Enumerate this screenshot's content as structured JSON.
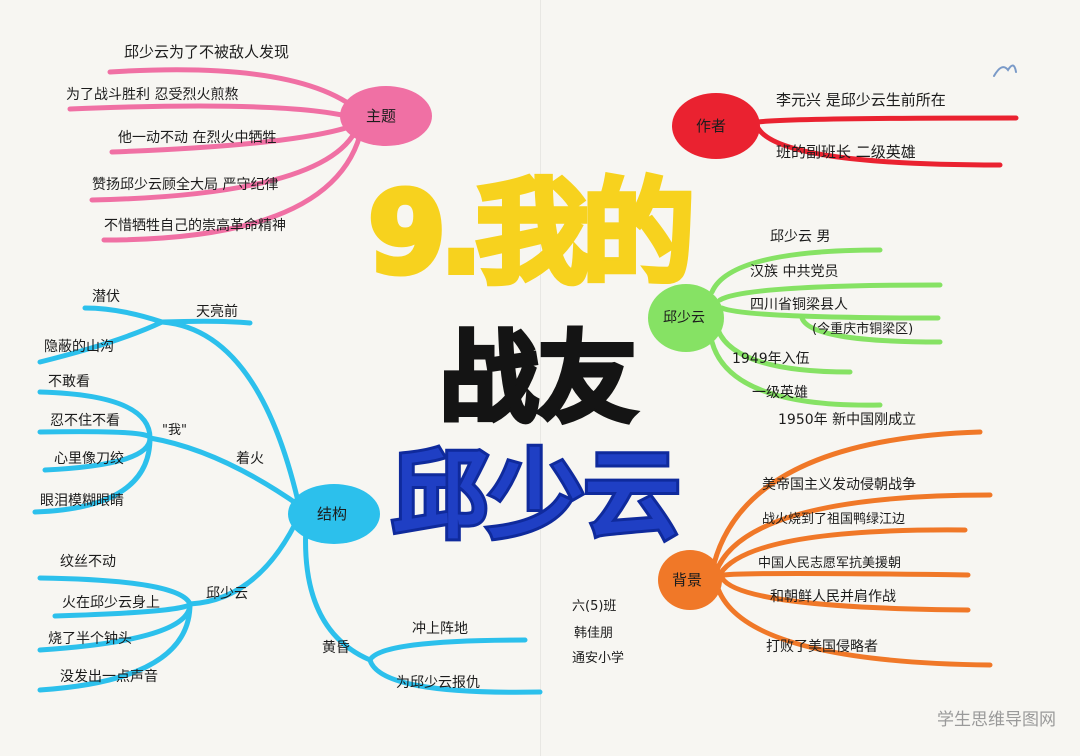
{
  "colors": {
    "theme": "#f070a4",
    "author": "#ea2230",
    "person": "#86e264",
    "background": "#f07828",
    "structure": "#2cc0ec",
    "title_yellow": "#f7d21e",
    "title_black": "#141414",
    "title_blue": "#1f3fc4"
  },
  "title": {
    "line1": "9.我的",
    "line2": "战友",
    "line3": "邱少云"
  },
  "theme": {
    "node": "主题",
    "items": [
      "邱少云为了不被敌人发现",
      "为了战斗胜利 忍受烈火煎熬",
      "他一动不动 在烈火中牺牲",
      "赞扬邱少云顾全大局 严守纪律",
      "不惜牺牲自己的崇高革命精神"
    ]
  },
  "author": {
    "node": "作者",
    "items": [
      "李元兴 是邱少云生前所在",
      "班的副班长 二级英雄"
    ]
  },
  "person": {
    "node": "邱少云",
    "items": [
      "邱少云 男",
      "汉族 中共党员",
      "四川省铜梁县人",
      "(今重庆市铜梁区)",
      "1949年入伍",
      "一级英雄"
    ]
  },
  "background": {
    "node": "背景",
    "items": [
      "1950年 新中国刚成立",
      "美帝国主义发动侵朝战争",
      "战火烧到了祖国鸭绿江边",
      "中国人民志愿军抗美援朝",
      "和朝鲜人民并肩作战",
      "打败了美国侵略者"
    ]
  },
  "structure": {
    "node": "结构",
    "dawn": {
      "label": "天亮前",
      "items": [
        "潜伏",
        "隐蔽的山沟"
      ]
    },
    "fire": {
      "label": "着火",
      "sub": "\"我\"",
      "items": [
        "不敢看",
        "忍不住不看",
        "心里像刀绞",
        "眼泪模糊眼睛"
      ]
    },
    "qiu": {
      "label": "邱少云",
      "items": [
        "纹丝不动",
        "火在邱少云身上",
        "烧了半个钟头",
        "没发出一点声音"
      ]
    },
    "dusk": {
      "label": "黄昏",
      "items": [
        "冲上阵地",
        "为邱少云报仇"
      ]
    }
  },
  "signature": [
    "六(5)班",
    "韩佳朋",
    "通安小学"
  ],
  "watermark": "学生思维导图网"
}
